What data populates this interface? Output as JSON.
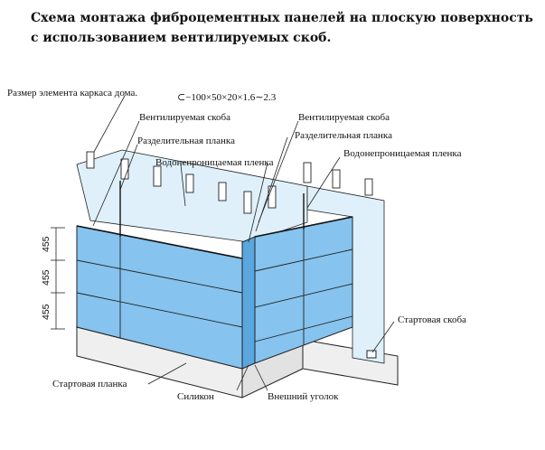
{
  "title_lines": [
    "Схема монтажа фиброцементных панелей на плоскую поверхность",
    "с использованием вентилируемых скоб."
  ],
  "labels": {
    "frame_size": "Размер элемента каркаса дома.",
    "profile_spec": "⊂−100×50×20×1.6∼2.3",
    "vent_bracket_left": "Вентилируемая скоба",
    "vent_bracket_right": "Вентилируемая скоба",
    "separator_left": "Разделительная планка",
    "separator_right": "Разделительная планка",
    "membrane_left": "Водонепроницаемая пленка",
    "membrane_right": "Водонепроницаемая пленка",
    "start_bracket": "Стартовая скоба",
    "start_strip": "Стартовая планка",
    "silicone": "Силикон",
    "outer_corner": "Внешний   уголок"
  },
  "dimensions": [
    "455",
    "455",
    "455"
  ],
  "colors": {
    "panel_blue": "#86c3ee",
    "panel_blue_dark": "#5aa6df",
    "membrane": "#dff0fb",
    "concrete": "#f1f1f1",
    "line": "#222222"
  }
}
